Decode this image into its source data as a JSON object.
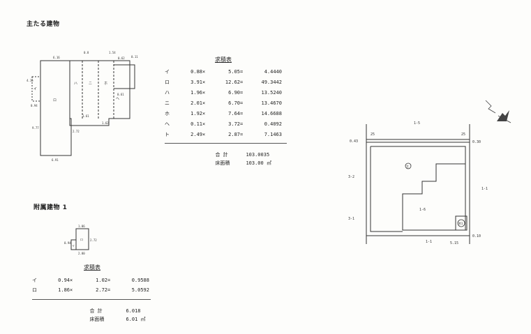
{
  "main_building": {
    "heading": "主たる建物",
    "dims": {
      "top": "6.16",
      "c1": "0.8",
      "c2": "1.54",
      "side_l": "4.15",
      "left_v": "9.77",
      "left_step": "0.94",
      "bottom": "6.91",
      "mid_v": "2.72",
      "m1": "3.61",
      "m2": "1.62",
      "r1": "0.62",
      "r2": "0.11",
      "r3": "0.61"
    },
    "room_labels": [
      "ロ",
      "ハ",
      "ニ",
      "ホ",
      "ヘ",
      "イ"
    ],
    "calc_title": "求積表",
    "rows": [
      {
        "mark": "イ",
        "a": "0.88",
        "op": "×",
        "b": "5.05",
        "eq": "=",
        "r": "4.4440"
      },
      {
        "mark": "ロ",
        "a": "3.91",
        "op": "×",
        "b": "12.62",
        "eq": "=",
        "r": "49.3442"
      },
      {
        "mark": "ハ",
        "a": "1.96",
        "op": "×",
        "b": "6.90",
        "eq": "=",
        "r": "13.5240"
      },
      {
        "mark": "ニ",
        "a": "2.01",
        "op": "×",
        "b": "6.70",
        "eq": "=",
        "r": "13.4670"
      },
      {
        "mark": "ホ",
        "a": "1.92",
        "op": "×",
        "b": "7.64",
        "eq": "=",
        "r": "14.6688"
      },
      {
        "mark": "ヘ",
        "a": "0.11",
        "op": "×",
        "b": "3.72",
        "eq": "=",
        "r": "0.4092"
      },
      {
        "mark": "ト",
        "a": "2.49",
        "op": "×",
        "b": "2.87",
        "eq": "=",
        "r": "7.1463"
      }
    ],
    "total_label": "合 計",
    "total_value": "103.0035",
    "floor_label": "床面積",
    "floor_value": "103.00 ㎡"
  },
  "annex_building": {
    "heading": "附属建物 1",
    "dims": {
      "top": "1.86",
      "left": "0.94",
      "right": "2.72",
      "bottom": "2.80"
    },
    "room_labels": [
      "イ",
      "ロ"
    ],
    "calc_title": "求積表",
    "rows": [
      {
        "mark": "イ",
        "a": "0.94",
        "op": "×",
        "b": "1.02",
        "eq": "=",
        "r": "0.9588"
      },
      {
        "mark": "ロ",
        "a": "1.86",
        "op": "×",
        "b": "2.72",
        "eq": "=",
        "r": "5.0592"
      }
    ],
    "total_label": "合 計",
    "total_value": "6.018",
    "floor_label": "床面積",
    "floor_value": "6.01 ㎡"
  },
  "site_plan": {
    "north_lot": "1-5",
    "left_top_lot": "3-2",
    "left_bottom_lot": "3-1",
    "right_lot": "1-1",
    "inner_lot": "1-6",
    "bottom_lot": "1-1",
    "main_mark": "主",
    "annex_mark": "附1",
    "d_left_top": "0.43",
    "d_right_top": "0.30",
    "d_right_bottom": "0.10",
    "d_bottom": "5.15",
    "top_left_small": "25",
    "top_right_small": "25"
  }
}
